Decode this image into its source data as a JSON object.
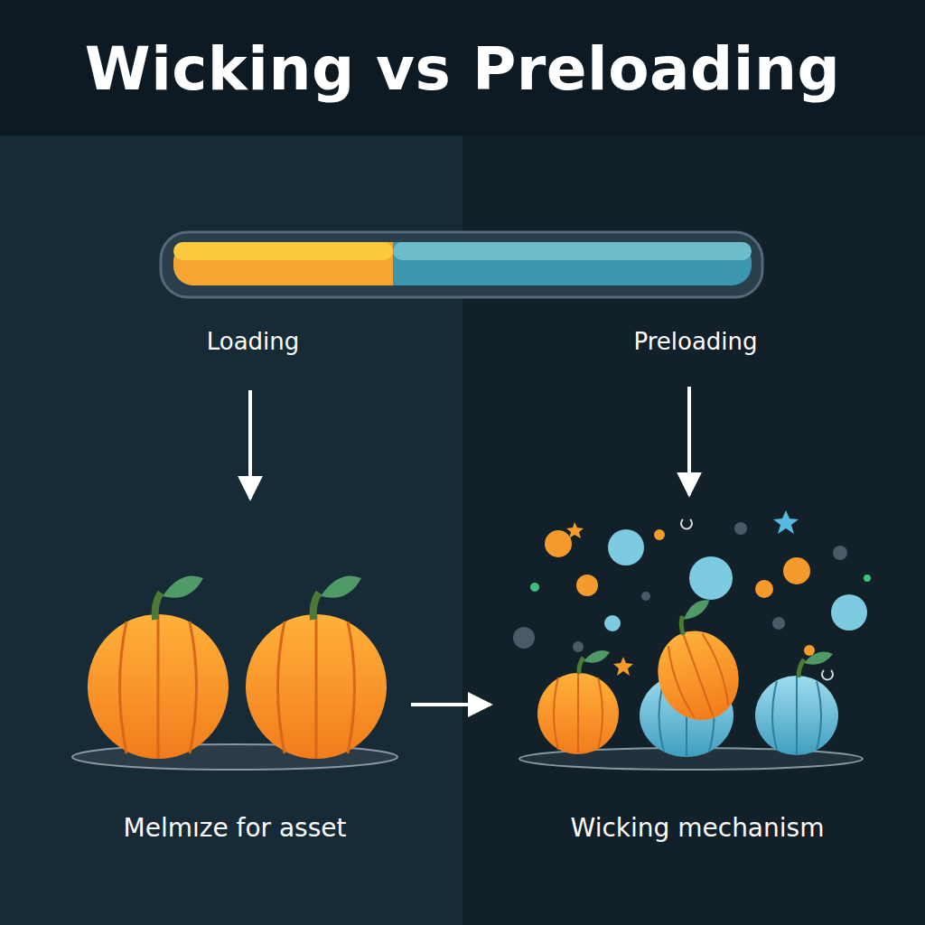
{
  "diagram": {
    "title": "Wicking vs Preloading",
    "labels": [
      "Loading",
      "Preloading",
      "Melmıze for asset",
      "Wicking mechanism"
    ]
  }
}
